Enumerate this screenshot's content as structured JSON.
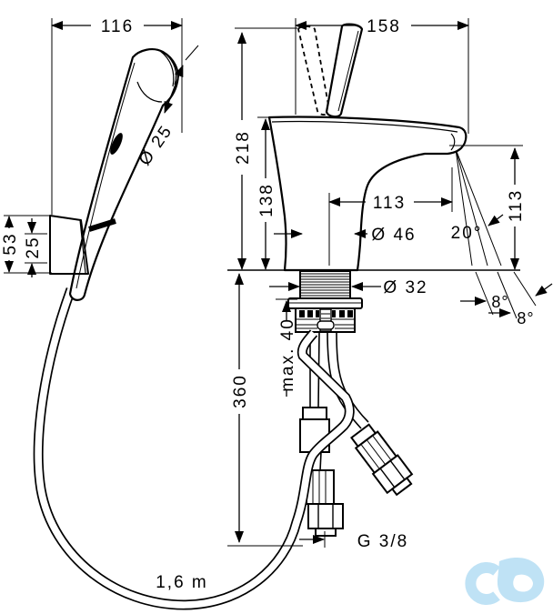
{
  "drawing": {
    "type": "technical-dimension-drawing",
    "subject": "single-lever basin mixer with hand shower set",
    "colors": {
      "line": "#000000",
      "background": "#ffffff",
      "logo": "#bfe2f5"
    },
    "labels": {
      "handshower_width": "116",
      "handshower_diameter": "Ø 25",
      "holder_height": "53",
      "holder_spacing": "25",
      "faucet_width": "158",
      "total_height": "218",
      "spout_height": "138",
      "spout_reach": "113",
      "outlet_height": "113",
      "stream_angle": "20°",
      "base_diameter": "Ø 46",
      "shank_diameter": "Ø 32",
      "stream_angle_left": "8°",
      "stream_angle_right": "8°",
      "max_deck_thickness": "max. 40",
      "below_deck_length": "360",
      "connection_thread": "G 3/8",
      "hose_length": "1,6 m"
    },
    "logo": {
      "name": "cd-watermark-logo"
    }
  }
}
